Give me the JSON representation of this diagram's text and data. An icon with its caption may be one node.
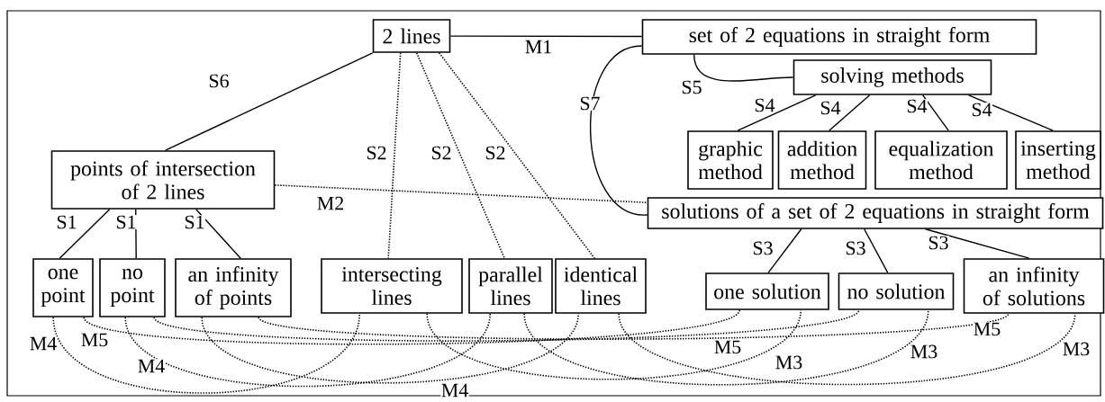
{
  "diagram": {
    "nodes": [
      {
        "text": [
          "2 lines"
        ]
      },
      {
        "text": [
          "set of 2 equations in straight form"
        ]
      },
      {
        "text": [
          "solving methods"
        ]
      },
      {
        "text": [
          "graphic method"
        ]
      },
      {
        "text": [
          "addition method"
        ]
      },
      {
        "text": [
          "equalization method"
        ]
      },
      {
        "text": [
          "inserting method"
        ]
      },
      {
        "text": [
          "points of intersection of 2 lines"
        ]
      },
      {
        "text": [
          "solutions of a set of 2 equations in straight form"
        ]
      },
      {
        "text": [
          "one point"
        ]
      },
      {
        "text": [
          "no point"
        ]
      },
      {
        "text": [
          "an infinity of points"
        ]
      },
      {
        "text": [
          "intersecting lines"
        ]
      },
      {
        "text": [
          "parallel lines"
        ]
      },
      {
        "text": [
          "identical lines"
        ]
      },
      {
        "text": [
          "one solution"
        ]
      },
      {
        "text": [
          "no solution"
        ]
      },
      {
        "text": [
          "an infinity of solutions"
        ]
      }
    ],
    "edges": [
      {
        "from": 0,
        "to": 1,
        "arrow": "none",
        "label": "M1"
      },
      {
        "from": 0,
        "to": 7,
        "arrow": "none",
        "label": "S6"
      },
      {
        "from": 0,
        "to": 12,
        "arrow": "none",
        "label": "S2",
        "style": "dashed"
      },
      {
        "from": 0,
        "to": 13,
        "arrow": "none",
        "label": "S2",
        "style": "dashed"
      },
      {
        "from": 0,
        "to": 14,
        "arrow": "none",
        "label": "S2",
        "style": "dashed"
      },
      {
        "from": 1,
        "to": 2,
        "arrow": "none",
        "label": "S5"
      },
      {
        "from": 1,
        "to": 8,
        "arrow": "none",
        "label": "S7"
      },
      {
        "from": 2,
        "to": 3,
        "arrow": "none",
        "label": "S4"
      },
      {
        "from": 2,
        "to": 4,
        "arrow": "none",
        "label": "S4"
      },
      {
        "from": 2,
        "to": 5,
        "arrow": "none",
        "label": "S4"
      },
      {
        "from": 2,
        "to": 6,
        "arrow": "none",
        "label": "S4"
      },
      {
        "from": 7,
        "to": 8,
        "arrow": "none",
        "label": "M2",
        "style": "dashed"
      },
      {
        "from": 7,
        "to": 9,
        "arrow": "none",
        "label": "S1"
      },
      {
        "from": 7,
        "to": 10,
        "arrow": "none",
        "label": "S1"
      },
      {
        "from": 7,
        "to": 11,
        "arrow": "none",
        "label": "S1"
      },
      {
        "from": 8,
        "to": 15,
        "arrow": "none",
        "label": "S3"
      },
      {
        "from": 8,
        "to": 16,
        "arrow": "none",
        "label": "S3"
      },
      {
        "from": 8,
        "to": 17,
        "arrow": "none",
        "label": "S3"
      },
      {
        "from": 9,
        "to": 12,
        "arrow": "none",
        "label": "M4",
        "style": "dashed"
      },
      {
        "from": 10,
        "to": 13,
        "arrow": "none",
        "label": "M4",
        "style": "dashed"
      },
      {
        "from": 11,
        "to": 14,
        "arrow": "none",
        "label": "M4",
        "style": "dashed"
      },
      {
        "from": 12,
        "to": 15,
        "arrow": "none",
        "label": "M3",
        "style": "dashed"
      },
      {
        "from": 13,
        "to": 16,
        "arrow": "none",
        "label": "M3",
        "style": "dashed"
      },
      {
        "from": 14,
        "to": 17,
        "arrow": "none",
        "label": "M3",
        "style": "dashed"
      },
      {
        "from": 9,
        "to": 15,
        "arrow": "none",
        "label": "M5",
        "style": "dashed"
      },
      {
        "from": 10,
        "to": 16,
        "arrow": "none",
        "label": "M5",
        "style": "dashed"
      },
      {
        "from": 11,
        "to": 17,
        "arrow": "none",
        "label": "M5",
        "style": "dashed"
      }
    ]
  }
}
